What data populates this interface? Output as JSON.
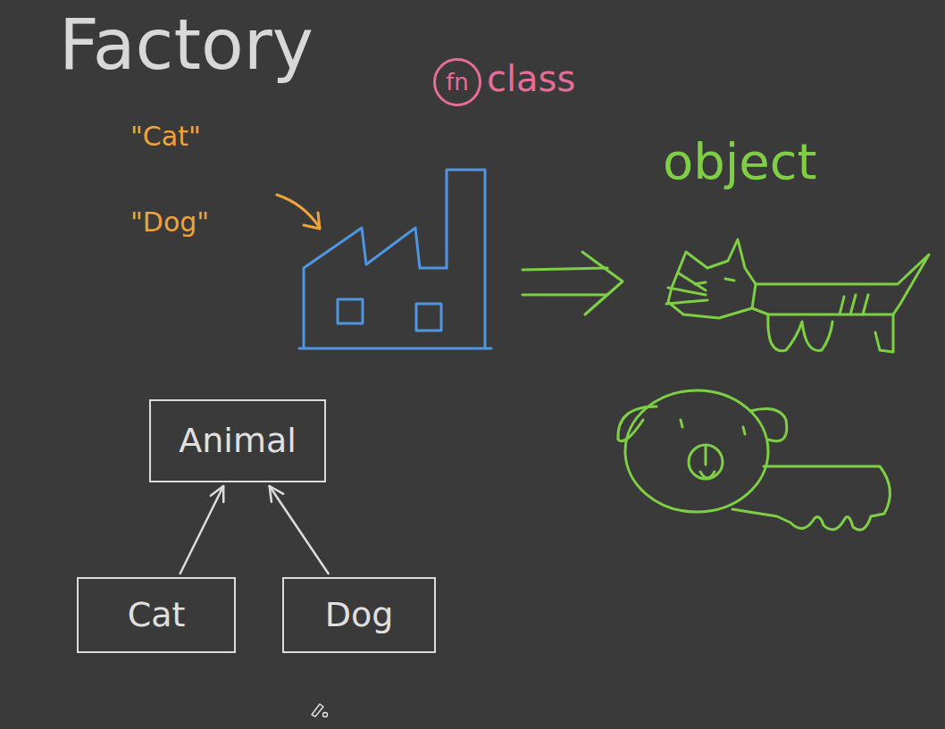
{
  "diagram": {
    "title": "Factory",
    "nodes": [
      {
        "text": [
          "fn"
        ]
      },
      {
        "text": [
          "Animal"
        ]
      },
      {
        "text": [
          "Cat"
        ]
      },
      {
        "text": [
          "Dog"
        ]
      }
    ],
    "edges": [
      {
        "from": 2,
        "to": 1,
        "arrow": "to"
      },
      {
        "from": 3,
        "to": 1,
        "arrow": "to"
      }
    ],
    "labels": [
      "class",
      "\"Cat\"",
      "\"Dog\"",
      "object"
    ]
  }
}
